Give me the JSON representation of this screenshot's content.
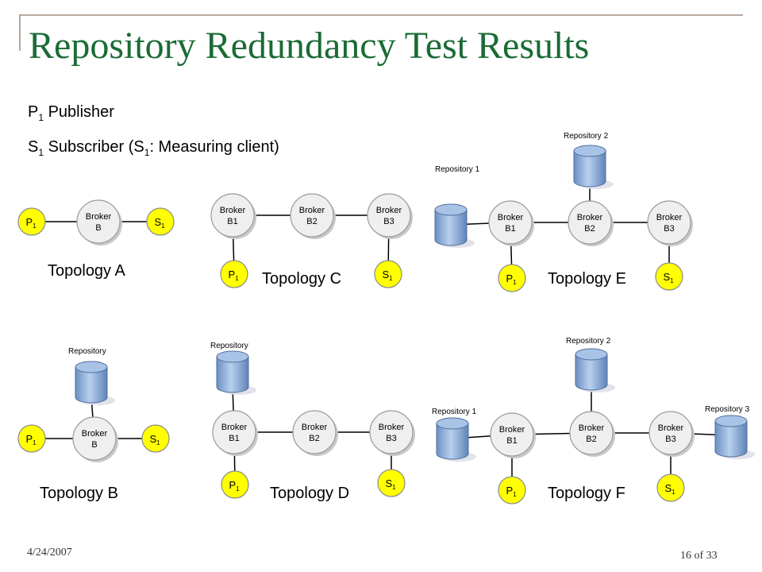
{
  "title": "Repository Redundancy Test Results",
  "legend": {
    "publisher": {
      "symbol": "P",
      "sub": "1",
      "text": " Publisher"
    },
    "subscriber": {
      "symbol": "S",
      "sub": "1",
      "text": " Subscriber  (S",
      "sub2": "1",
      "text2": ": Measuring client)"
    }
  },
  "labels": {
    "broker": "Broker",
    "b": "B",
    "b1": "B1",
    "b2": "B2",
    "b3": "B3",
    "p": "P",
    "s": "S",
    "sub1": "1",
    "repository": "Repository",
    "repository1": "Repository 1",
    "repository2": "Repository 2",
    "repository3": "Repository 3"
  },
  "topologies": {
    "a": "Topology A",
    "b": "Topology B",
    "c": "Topology C",
    "d": "Topology D",
    "e": "Topology E",
    "f": "Topology F"
  },
  "colors": {
    "title": "#1a6b35",
    "broker_fill": "#efefef",
    "client_fill": "#ffff00",
    "repo_fill": "#8fb0d8",
    "line": "#000000"
  },
  "footer": {
    "date": "4/24/2007",
    "page": "16 of 33"
  }
}
